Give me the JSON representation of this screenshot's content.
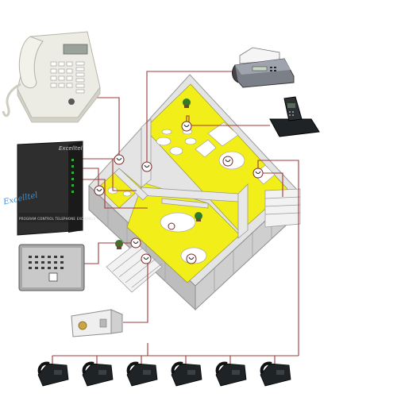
{
  "pbx": {
    "brand": "Excelltel",
    "logo_text": "Excelltel",
    "panel_label": "PROGRAM CONTROL TELEPHONE EXCHANGE"
  },
  "devices": [
    {
      "name": "office-desk-phone-icon"
    },
    {
      "name": "pbx-exchange-unit-icon"
    },
    {
      "name": "door-phone-intercom-icon"
    },
    {
      "name": "electric-door-lock-icon"
    },
    {
      "name": "fax-machine-icon"
    },
    {
      "name": "cordless-phone-icon"
    },
    {
      "name": "extension-phone-icon"
    }
  ],
  "colors": {
    "line": "#a0383a",
    "floor_highlight": "#f2ee1a",
    "wall": "#e4e4e4",
    "wall_dark": "#a9a9a9",
    "pbx_body": "#2e2e2e",
    "phone_black": "#1f2326",
    "brand_blue": "#3a8fd8"
  },
  "extension_count": 6
}
